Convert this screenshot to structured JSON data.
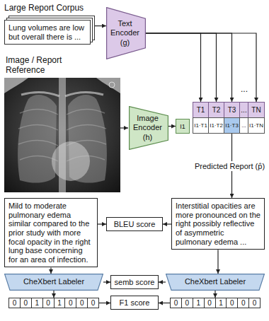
{
  "diagram": {
    "nodes": [
      {
        "text": [
          "Large Report Corpus",
          "Lung volumes are low but overall there is ..."
        ]
      },
      {
        "text": [
          "Text Encoder (g)"
        ]
      },
      {
        "text": [
          "Image Encoder (h)"
        ]
      },
      {
        "text": [
          "I1"
        ]
      },
      {
        "text": [
          "T1"
        ]
      },
      {
        "text": [
          "T2"
        ]
      },
      {
        "text": [
          "T3"
        ]
      },
      {
        "text": [
          "..."
        ]
      },
      {
        "text": [
          "TN"
        ]
      },
      {
        "text": [
          "I1·T1"
        ]
      },
      {
        "text": [
          "I1·T2"
        ]
      },
      {
        "text": [
          "I1·T3"
        ]
      },
      {
        "text": [
          "..."
        ]
      },
      {
        "text": [
          "I1·TN"
        ]
      },
      {
        "text": [
          "Mild to moderate pulmonary edema similar compared to the prior study with more focal opacity in the right lung base concerning for an area of infection."
        ]
      },
      {
        "text": [
          "Interstitial opacities are more pronounced on the right possibly reflective of asymmetric pulmonary edema ..."
        ]
      },
      {
        "text": [
          "BLEU score"
        ]
      },
      {
        "text": [
          "CheXbert Labeler"
        ]
      },
      {
        "text": [
          "semb score"
        ]
      },
      {
        "text": [
          "CheXbert Labeler"
        ]
      },
      {
        "text": [
          "0",
          "0",
          "1",
          "0",
          "1",
          "0",
          "0",
          "0"
        ]
      },
      {
        "text": [
          "F1 score"
        ]
      },
      {
        "text": [
          "0",
          "0",
          "1",
          "0",
          "1",
          "0",
          "0",
          "0"
        ]
      }
    ],
    "edges": [
      {
        "from": 0,
        "to": 1,
        "arrow": "to"
      },
      {
        "from": 1,
        "to": 4,
        "arrow": "to"
      },
      {
        "from": 1,
        "to": 5,
        "arrow": "to"
      },
      {
        "from": 1,
        "to": 6,
        "arrow": "to"
      },
      {
        "from": 1,
        "to": 8,
        "arrow": "to"
      },
      {
        "from": 2,
        "to": 3,
        "arrow": "to"
      },
      {
        "from": 11,
        "to": 15,
        "label": "Predicted Report (p̂)",
        "arrow": "to"
      },
      {
        "from": 14,
        "to": 16,
        "arrow": "to"
      },
      {
        "from": 15,
        "to": 16,
        "arrow": "to"
      },
      {
        "from": 14,
        "to": 17,
        "arrow": "to"
      },
      {
        "from": 15,
        "to": 19,
        "arrow": "to"
      },
      {
        "from": 17,
        "to": 18,
        "arrow": "to"
      },
      {
        "from": 19,
        "to": 18,
        "arrow": "to"
      },
      {
        "from": 17,
        "to": 20,
        "arrow": "to"
      },
      {
        "from": 19,
        "to": 22,
        "arrow": "to"
      },
      {
        "from": 20,
        "to": 21,
        "arrow": "to"
      },
      {
        "from": 22,
        "to": 21,
        "arrow": "to"
      }
    ],
    "labels": [
      "Image / Report Reference",
      "..."
    ]
  }
}
